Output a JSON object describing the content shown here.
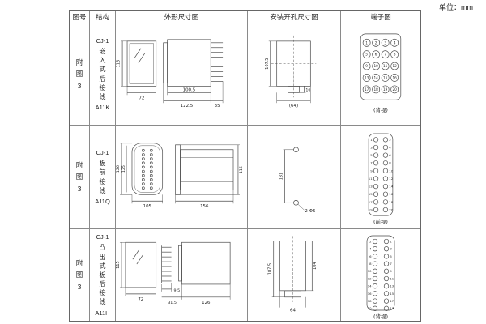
{
  "unit_label": "单位：mm",
  "table": {
    "headers": {
      "fig": "图号",
      "structure": "结构",
      "outline": "外形尺寸图",
      "install": "安装开孔尺寸图",
      "terminal": "端子图"
    },
    "rows": [
      {
        "fig_no": "附图3",
        "model": "CJ-1",
        "mount_desc": "嵌入式后接线",
        "code": "A11K",
        "outline_dims": {
          "height": "115",
          "width": "72",
          "depth": "100.5",
          "overall": "122.5",
          "blade": "35"
        },
        "install_dims": {
          "height": "107.5",
          "tab": "16",
          "width": "(64)"
        },
        "terminal_caption": "(背视)",
        "terminals": [
          1,
          2,
          3,
          4,
          5,
          6,
          7,
          8,
          9,
          10,
          11,
          12,
          13,
          14,
          15,
          16,
          17,
          18,
          19,
          20
        ]
      },
      {
        "fig_no": "附图3",
        "model": "CJ-1",
        "mount_desc": "板前接线",
        "code": "A11Q",
        "outline_dims": {
          "flange": "126",
          "height": "125",
          "width": "105",
          "depth": "156",
          "side_height": "115"
        },
        "install_dims": {
          "spacing": "131",
          "holes": "2-Φ5"
        },
        "terminal_caption": "(前视)",
        "terminals": [
          1,
          2,
          3,
          4,
          5,
          6,
          7,
          8,
          9,
          10,
          11,
          12,
          13,
          14,
          15,
          16,
          17,
          18,
          19,
          20
        ]
      },
      {
        "fig_no": "附图3",
        "model": "CJ-1",
        "mount_desc": "凸出式板后接线",
        "code": "A11H",
        "outline_dims": {
          "height": "115",
          "width": "72",
          "blade": "9.5",
          "offset": "31.5",
          "depth": "126"
        },
        "install_dims": {
          "left": "107.5",
          "right": "104",
          "width": "64"
        },
        "terminal_caption": "(背视)",
        "terminals": [
          2,
          1,
          4,
          3,
          6,
          5,
          8,
          7,
          10,
          9,
          12,
          11,
          14,
          13,
          16,
          15,
          18,
          17,
          20,
          19
        ]
      }
    ]
  }
}
